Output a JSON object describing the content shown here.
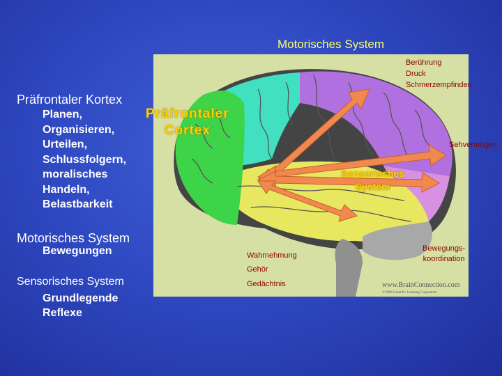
{
  "motor_system_title": "Motorisches System",
  "prefrontal": {
    "heading": "Präfrontaler Kortex",
    "items": [
      "Planen,",
      "Organisieren,",
      "Urteilen,",
      "Schlussfolgern,",
      "moralisches",
      "Handeln,",
      "Belastbarkeit"
    ]
  },
  "motor": {
    "heading": "Motorisches System",
    "items": [
      "Bewegungen"
    ]
  },
  "sensory": {
    "heading": "Sensorisches System",
    "items": [
      "Grundlegende",
      "Reflexe"
    ]
  },
  "brain_labels": {
    "touch": [
      "Berührung",
      "Druck",
      "Schmerzempfinden"
    ],
    "vision": "Sehvermögen",
    "coordination": [
      "Bewegungs-",
      "koordination"
    ],
    "perception": "Wahrnehmung",
    "hearing": "Gehör",
    "memory": "Gedächtnis",
    "pfc_cortex": [
      "Präfrontaler",
      "Cortex"
    ],
    "sensory_system": [
      "Sensorisches",
      "System"
    ]
  },
  "copyright": {
    "brand": "www.BrainConnection.com",
    "note": "©1999 Scientific Learning Corporation"
  },
  "colors": {
    "background": "#2f49c2",
    "accent_yellow": "#ffff66",
    "label_red": "#8b0000",
    "frontal_teal": "#40e0c0",
    "prefrontal_green": "#3ed44a",
    "parietal_purple": "#b070e0",
    "temporal_yellow": "#e8e860",
    "arrow_orange": "#f08850"
  }
}
